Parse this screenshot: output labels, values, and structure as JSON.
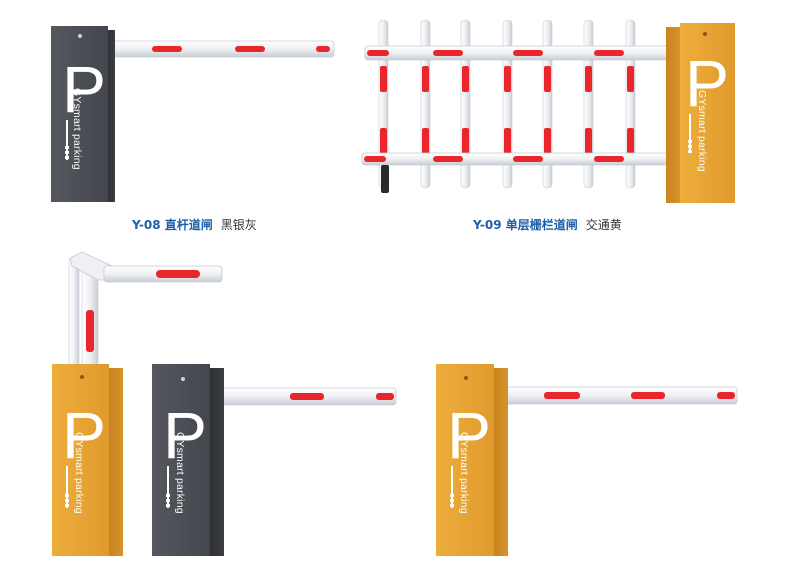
{
  "brand": "GYsmart parking",
  "sign_letter": "P",
  "colors": {
    "grey_cabinet": "#4a4c53",
    "yellow_cabinet": "#e5a232",
    "boom_stripe": "#e8262b",
    "boom_body": "#eef1f4",
    "caption_model": "#1f5fa8",
    "caption_color": "#333333"
  },
  "products": [
    {
      "model": "Y-08 直杆道闸",
      "color_name": "黑银灰"
    },
    {
      "model": "Y-09 单层栅栏道闸",
      "color_name": "交通黄"
    }
  ],
  "gates": [
    {
      "type": "straight-boom",
      "cabinet_color": "grey",
      "boom_side": "right"
    },
    {
      "type": "fence-boom",
      "cabinet_color": "yellow",
      "boom_side": "left"
    },
    {
      "type": "folding-boom",
      "cabinet_color": "yellow",
      "boom_side": "up-right"
    },
    {
      "type": "straight-boom",
      "cabinet_color": "grey",
      "boom_side": "right"
    },
    {
      "type": "straight-boom",
      "cabinet_color": "yellow",
      "boom_side": "right"
    }
  ]
}
